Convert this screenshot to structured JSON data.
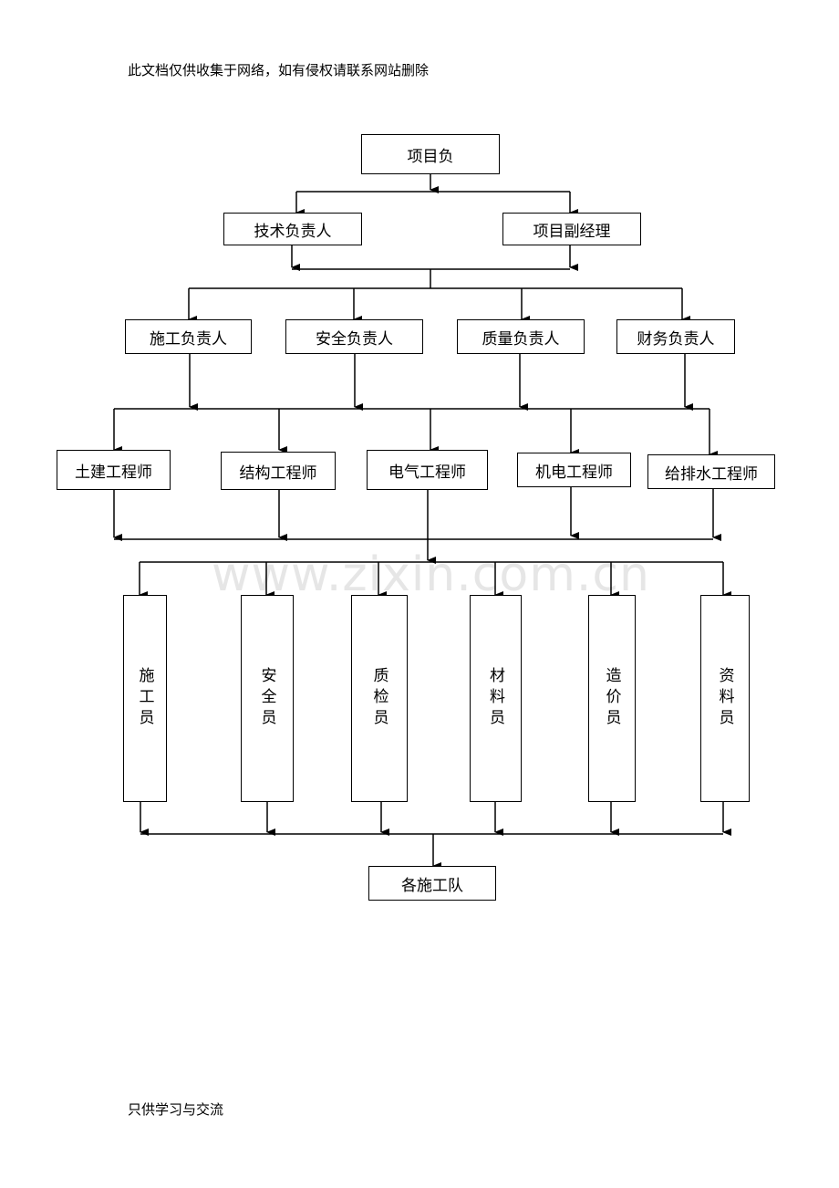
{
  "document": {
    "header_note": "此文档仅供收集于网络，如有侵权请联系网站删除",
    "footer_note": "只供学习与交流",
    "watermark": "www.zixin.com.cn"
  },
  "org_chart": {
    "level1": [
      "项目负"
    ],
    "level2": [
      "技术负责人",
      "项目副经理"
    ],
    "level3": [
      "施工负责人",
      "安全负责人",
      "质量负责人",
      "财务负责人"
    ],
    "level4": [
      "土建工程师",
      "结构工程师",
      "电气工程师",
      "机电工程师",
      "给排水工程师"
    ],
    "level5": [
      "施工员",
      "安全员",
      "质检员",
      "材料员",
      "造价员",
      "资料员"
    ],
    "level6": [
      "各施工队"
    ]
  }
}
